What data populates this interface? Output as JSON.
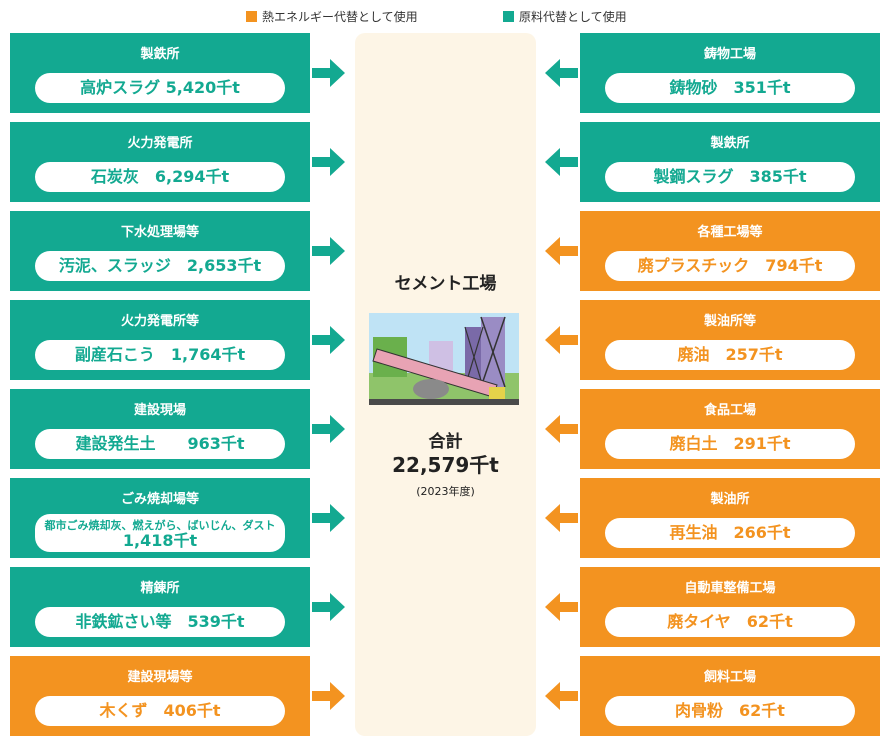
{
  "colors": {
    "thermal": "#f39320",
    "raw_material": "#13a991",
    "center_bg": "#fdf5e6"
  },
  "legend": [
    {
      "label": "熱エネルギー代替として使用",
      "color": "#f39320"
    },
    {
      "label": "原料代替として使用",
      "color": "#13a991"
    }
  ],
  "center": {
    "title": "セメント工場",
    "total_label": "合計",
    "total_value": "22,579千t",
    "year": "(2023年度)",
    "image_icon": "cement-plant-illustration"
  },
  "left_sources": [
    {
      "source": "製鉄所",
      "material": "高炉スラグ 5,420千t",
      "usage": "raw_material"
    },
    {
      "source": "火力発電所",
      "material": "石炭灰　6,294千t",
      "usage": "raw_material"
    },
    {
      "source": "下水処理場等",
      "material": "汚泥、スラッジ　2,653千t",
      "usage": "raw_material"
    },
    {
      "source": "火力発電所等",
      "material": "副産石こう　1,764千t",
      "usage": "raw_material"
    },
    {
      "source": "建設現場",
      "material": "建設発生土　　963千t",
      "usage": "raw_material"
    },
    {
      "source": "ごみ焼却場等",
      "material_sub": "都市ごみ焼却灰、燃えがら、ばいじん、ダスト",
      "material": "1,418千t",
      "usage": "raw_material"
    },
    {
      "source": "精錬所",
      "material": "非鉄鉱さい等　539千t",
      "usage": "raw_material"
    },
    {
      "source": "建設現場等",
      "material": "木くず　406千t",
      "usage": "thermal"
    }
  ],
  "right_sources": [
    {
      "source": "鋳物工場",
      "material": "鋳物砂　351千t",
      "usage": "raw_material"
    },
    {
      "source": "製鉄所",
      "material": "製鋼スラグ　385千t",
      "usage": "raw_material"
    },
    {
      "source": "各種工場等",
      "material": "廃プラスチック　794千t",
      "usage": "thermal"
    },
    {
      "source": "製油所等",
      "material": "廃油　257千t",
      "usage": "thermal"
    },
    {
      "source": "食品工場",
      "material": "廃白土　291千t",
      "usage": "thermal"
    },
    {
      "source": "製油所",
      "material": "再生油　266千t",
      "usage": "thermal"
    },
    {
      "source": "自動車整備工場",
      "material": "廃タイヤ　62千t",
      "usage": "thermal"
    },
    {
      "source": "飼料工場",
      "material": "肉骨粉　62千t",
      "usage": "thermal"
    }
  ]
}
